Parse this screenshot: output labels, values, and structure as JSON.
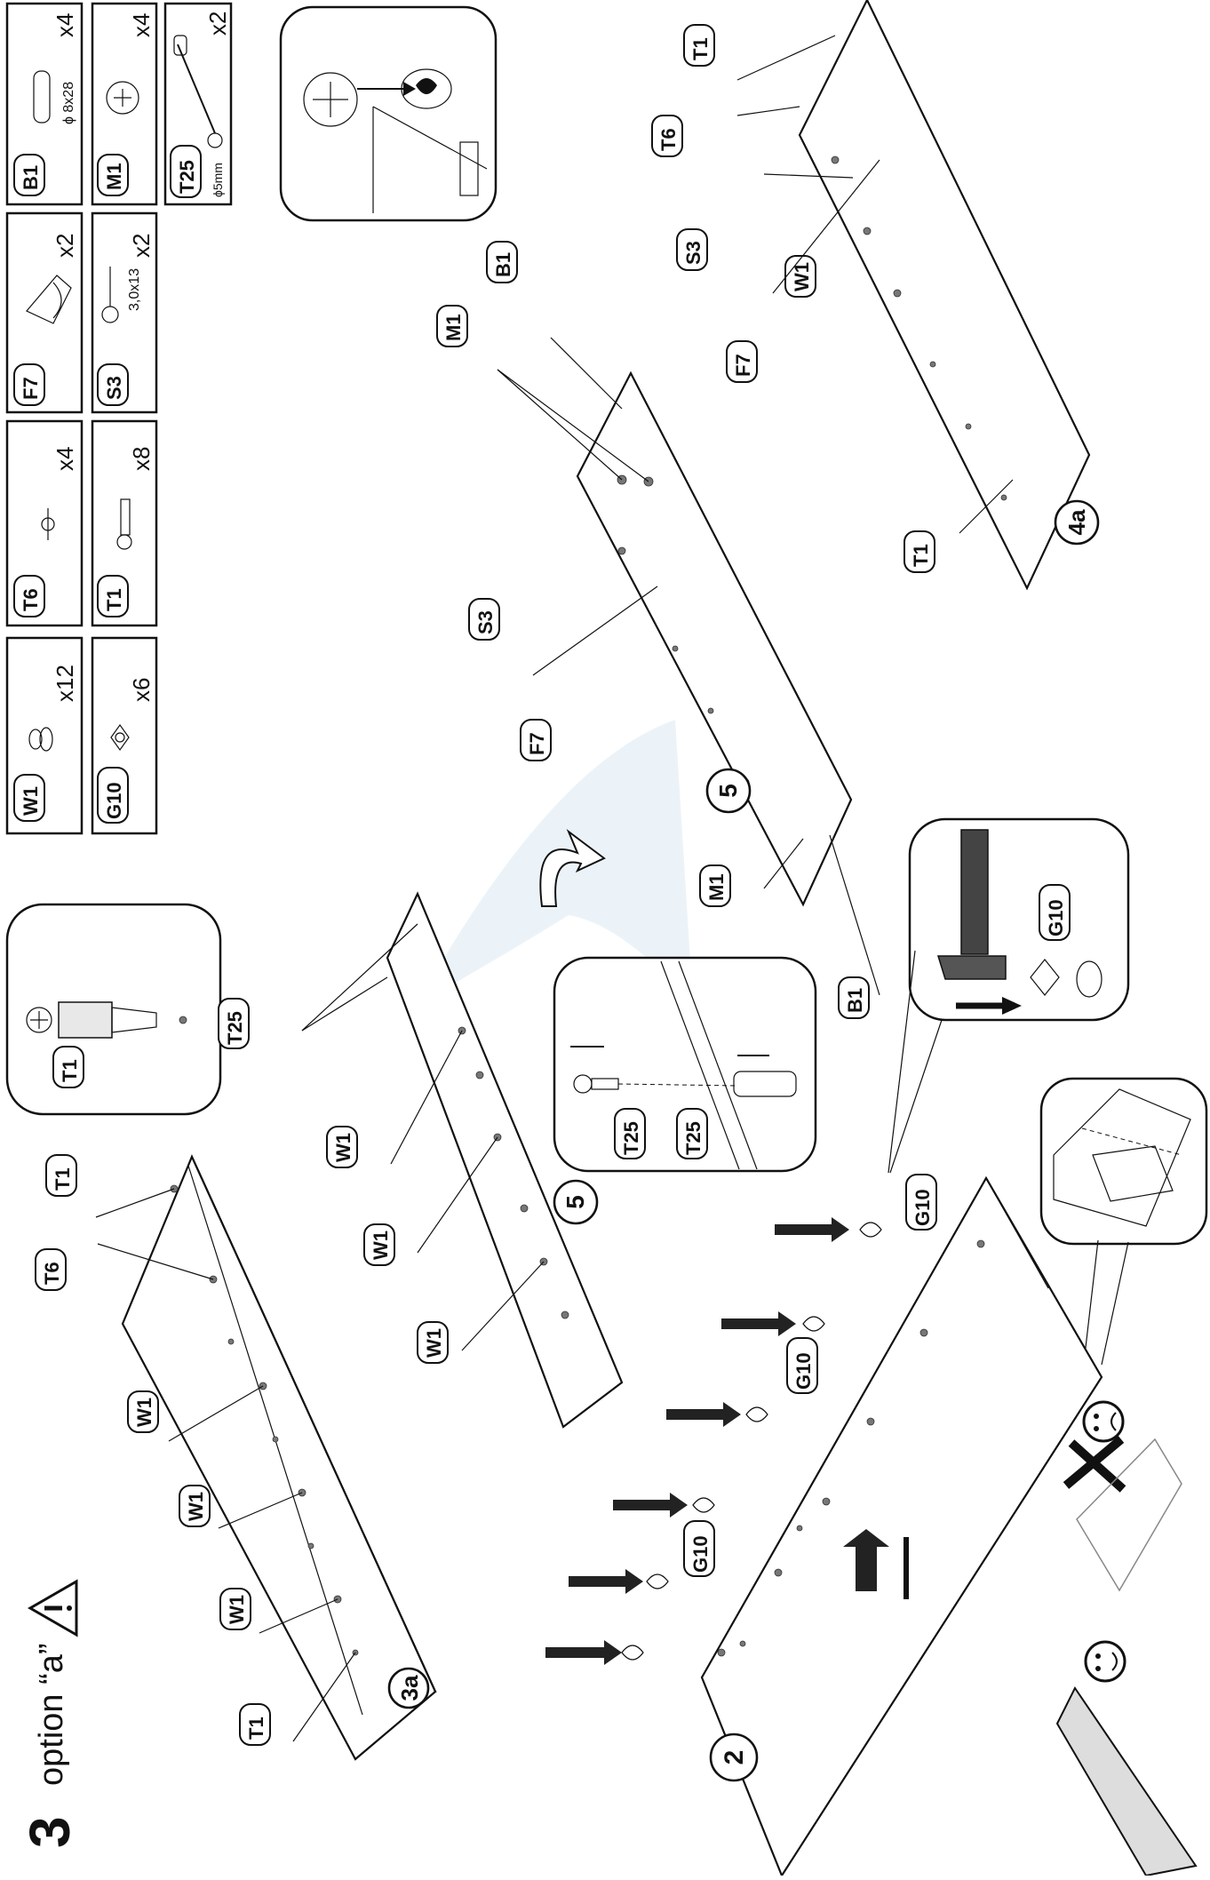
{
  "step": {
    "number": "3",
    "option_text": "option “a”"
  },
  "parts": [
    {
      "code": "W1",
      "qty": "x12",
      "spec": ""
    },
    {
      "code": "G10",
      "qty": "x6",
      "spec": ""
    },
    {
      "code": "T6",
      "qty": "x4",
      "spec": ""
    },
    {
      "code": "T1",
      "qty": "x8",
      "spec": ""
    },
    {
      "code": "F7",
      "qty": "x2",
      "spec": ""
    },
    {
      "code": "S3",
      "qty": "x2",
      "spec": "3,0x13"
    },
    {
      "code": "B1",
      "qty": "x4",
      "spec": "ϕ 8x28"
    },
    {
      "code": "M1",
      "qty": "x4",
      "spec": ""
    },
    {
      "code": "T25",
      "qty": "x2",
      "spec": "ϕ5mm"
    }
  ],
  "panels": {
    "p3a": "3a",
    "p5a": "5",
    "p5b": "5",
    "p4a": "4a",
    "p2": "2"
  },
  "labels": {
    "t1": "T1",
    "t6": "T6",
    "w1": "W1",
    "t25": "T25",
    "b1": "B1",
    "m1": "M1",
    "s3": "S3",
    "f7": "F7",
    "g10": "G10"
  },
  "colors": {
    "line": "#111111",
    "paper": "#ffffff",
    "hole": "#777777",
    "watermark": "#c8dcec"
  },
  "icons": [
    "warning-icon",
    "smiley-icon",
    "sad-face-icon",
    "hammer-icon",
    "this-side-up-icon"
  ]
}
